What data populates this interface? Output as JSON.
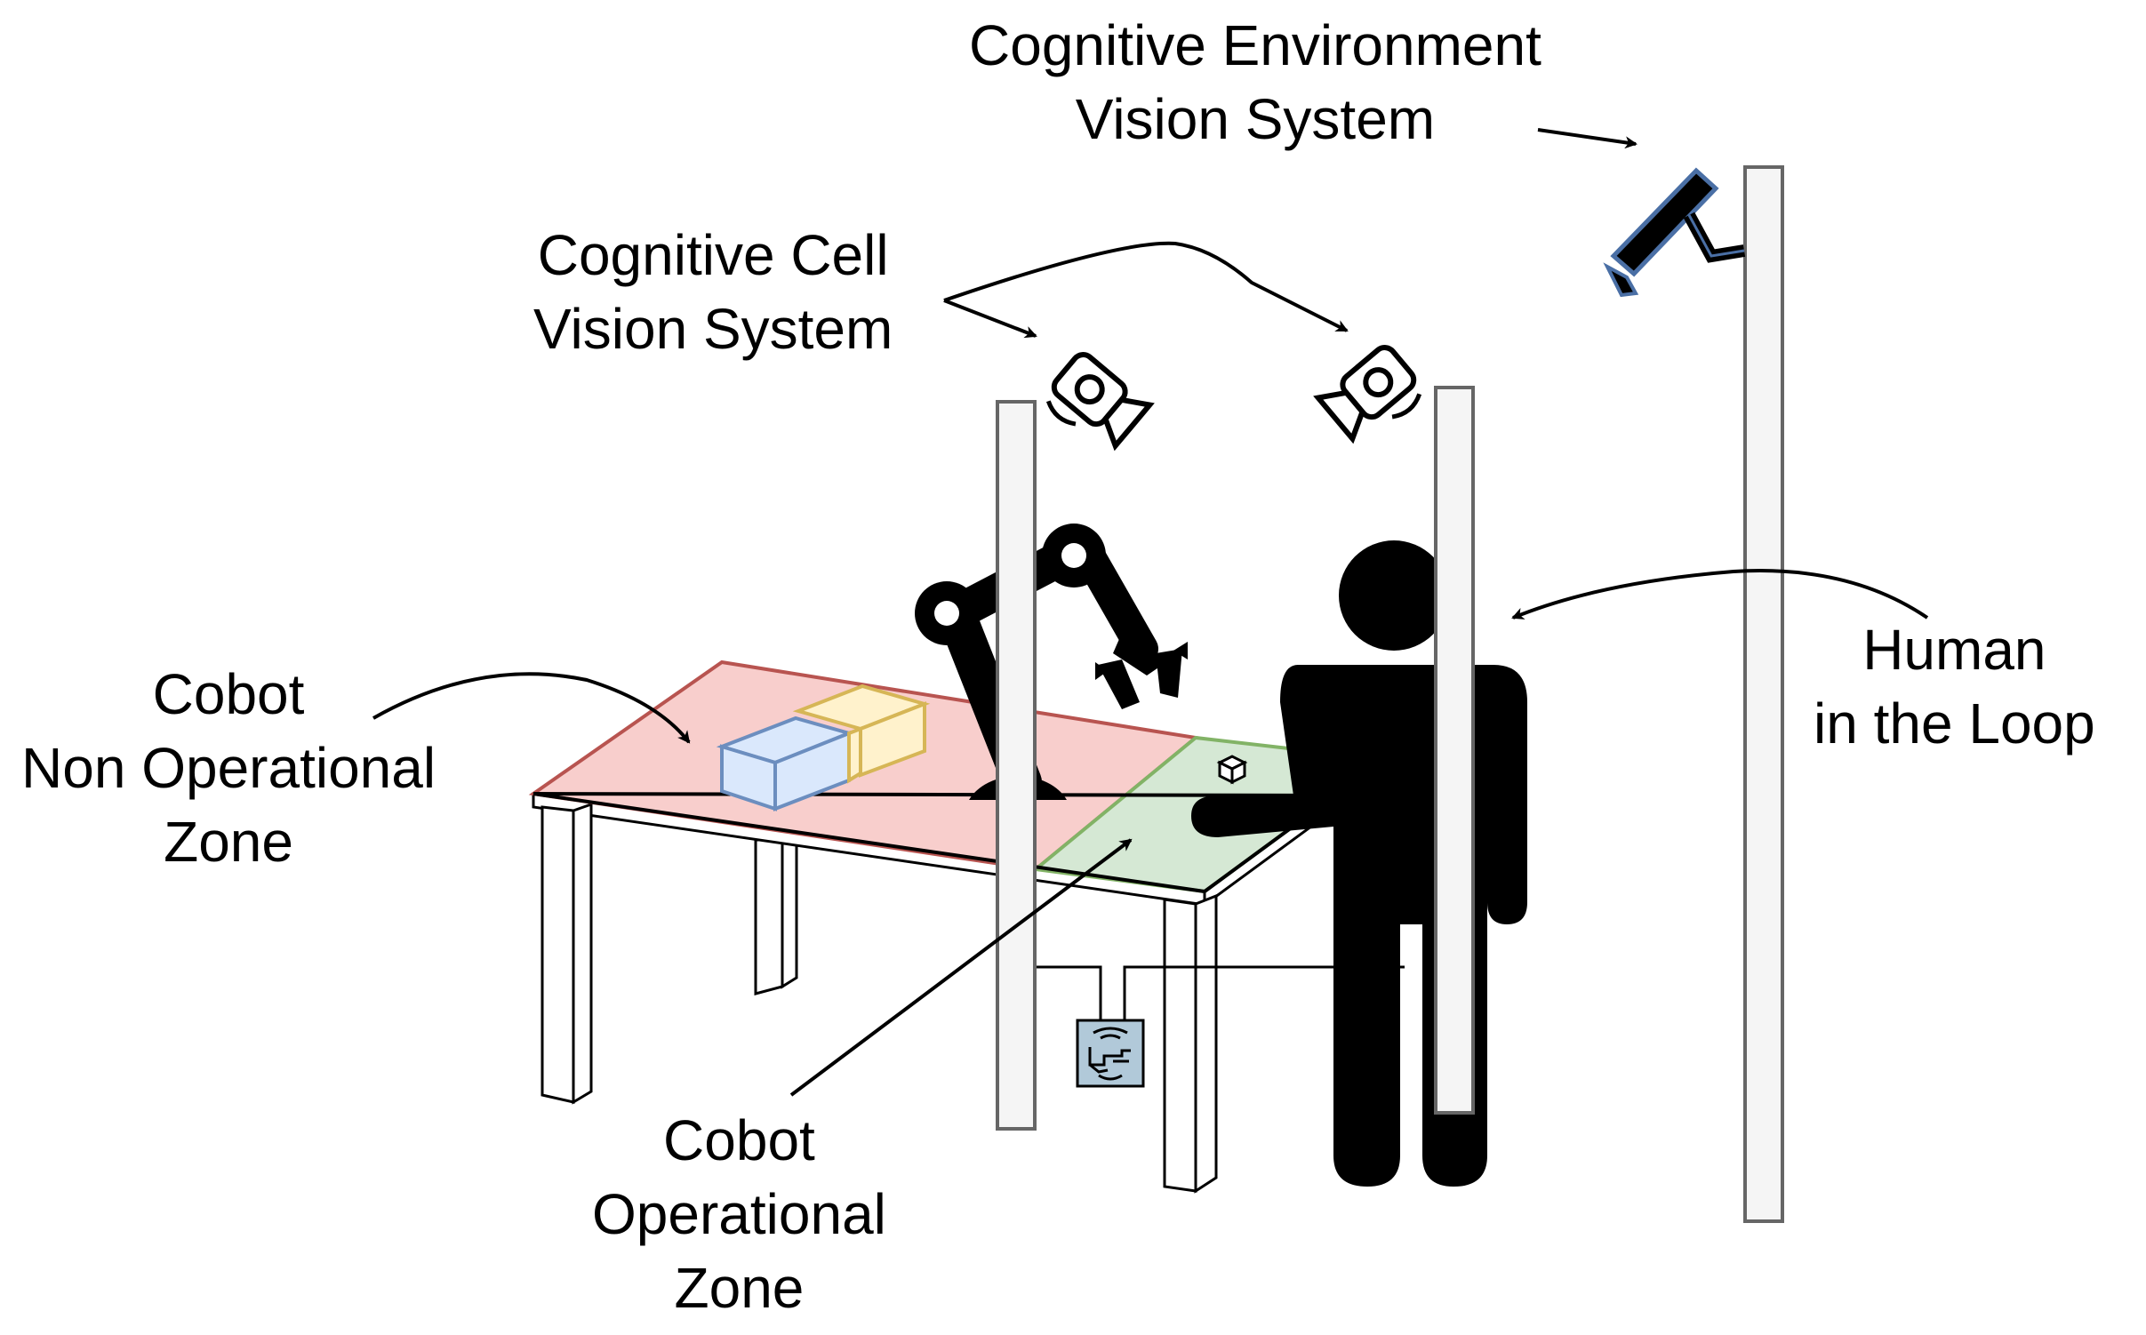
{
  "labels": {
    "env_vision": {
      "line1": "Cognitive Environment",
      "line2": "Vision System"
    },
    "cell_vision": {
      "line1": "Cognitive Cell",
      "line2": "Vision System"
    },
    "non_operational": {
      "line1": "Cobot",
      "line2": "Non Operational",
      "line3": "Zone"
    },
    "operational": {
      "line1": "Cobot",
      "line2": "Operational",
      "line3": "Zone"
    },
    "human": {
      "line1": "Human",
      "line2": "in the Loop"
    }
  },
  "colors": {
    "non_operational_zone": "#f8cecc",
    "non_operational_edge": "#b85450",
    "operational_zone": "#d5e8d4",
    "operational_edge": "#82b366",
    "blue_box": "#dae8fc",
    "blue_box_edge": "#6c8ebf",
    "yellow_box": "#fff2cc",
    "yellow_box_edge": "#d6b656",
    "pillar_fill": "#f5f5f5",
    "pillar_edge": "#666666",
    "env_camera": "#000000",
    "env_camera_edge": "#4a6fa5",
    "controller_fill": "#b1c9d9"
  },
  "icons": [
    "camera-icon",
    "cctv-camera-icon",
    "human-icon",
    "robot-arm-icon",
    "controller-icon",
    "cube-icon"
  ]
}
